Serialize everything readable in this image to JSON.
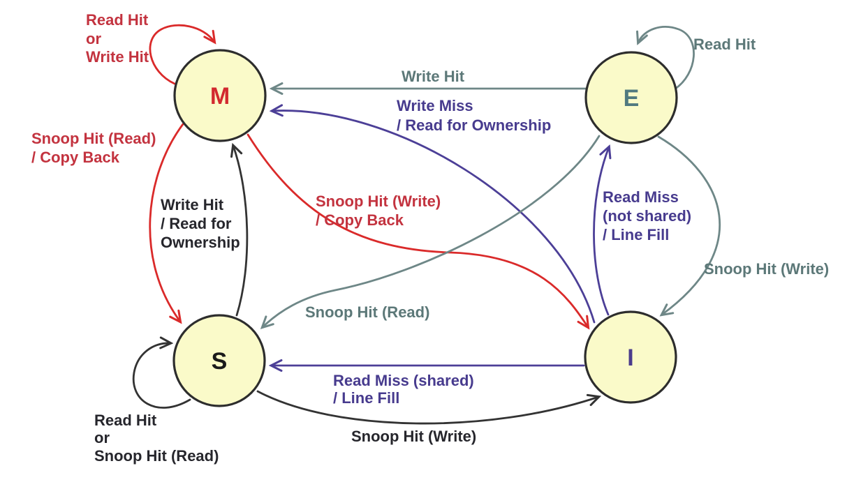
{
  "diagram_type": "state-machine",
  "colors": {
    "red_stroke": "#da2a2a",
    "red_text": "#c3333f",
    "teal_stroke": "#6e8787",
    "teal_text": "#5c7878",
    "purple_stroke": "#4c3f97",
    "purple_text": "#473b8e",
    "black_stroke": "#333333",
    "black_text": "#26262c",
    "node_fill": "#fafac9",
    "node_border": "#2d2d2d",
    "node_m_text": "#d2292f",
    "node_e_text": "#50797f",
    "node_s_text": "#1a1a1a",
    "node_i_text": "#4b3c8c"
  },
  "states": {
    "m": {
      "label": "M"
    },
    "e": {
      "label": "E"
    },
    "s": {
      "label": "S"
    },
    "i": {
      "label": "I"
    }
  },
  "edges": {
    "m_self": {
      "from": "M",
      "to": "M",
      "color": "red",
      "lines": [
        "Read Hit",
        "or",
        "Write Hit"
      ]
    },
    "e_self": {
      "from": "E",
      "to": "E",
      "color": "teal",
      "lines": [
        "Read Hit"
      ]
    },
    "e_to_m": {
      "from": "E",
      "to": "M",
      "color": "teal",
      "lines": [
        "Write Hit"
      ]
    },
    "i_to_m": {
      "from": "I",
      "to": "M",
      "color": "purple",
      "lines": [
        "Write Miss",
        "/ Read for Ownership"
      ]
    },
    "m_to_s": {
      "from": "M",
      "to": "S",
      "color": "red",
      "lines": [
        "Snoop Hit (Read)",
        "/ Copy Back"
      ]
    },
    "s_to_m": {
      "from": "S",
      "to": "M",
      "color": "black",
      "lines": [
        "Write Hit",
        "/ Read for",
        "Ownership"
      ]
    },
    "m_to_i": {
      "from": "M",
      "to": "I",
      "color": "red",
      "lines": [
        "Snoop Hit (Write)",
        "/ Copy Back"
      ]
    },
    "e_to_s": {
      "from": "E",
      "to": "S",
      "color": "teal",
      "lines": [
        "Snoop Hit (Read)"
      ]
    },
    "i_to_e": {
      "from": "I",
      "to": "E",
      "color": "purple",
      "lines": [
        "Read Miss",
        "(not shared)",
        "/ Line Fill"
      ]
    },
    "e_to_i": {
      "from": "E",
      "to": "I",
      "color": "teal",
      "lines": [
        "Snoop Hit (Write)"
      ]
    },
    "i_to_s": {
      "from": "I",
      "to": "S",
      "color": "purple",
      "lines": [
        "Read Miss (shared)",
        "/ Line Fill"
      ]
    },
    "s_to_i": {
      "from": "S",
      "to": "I",
      "color": "black",
      "lines": [
        "Snoop Hit (Write)"
      ]
    },
    "s_self": {
      "from": "S",
      "to": "S",
      "color": "black",
      "lines": [
        "Read Hit",
        "or",
        "Snoop Hit (Read)"
      ]
    }
  }
}
